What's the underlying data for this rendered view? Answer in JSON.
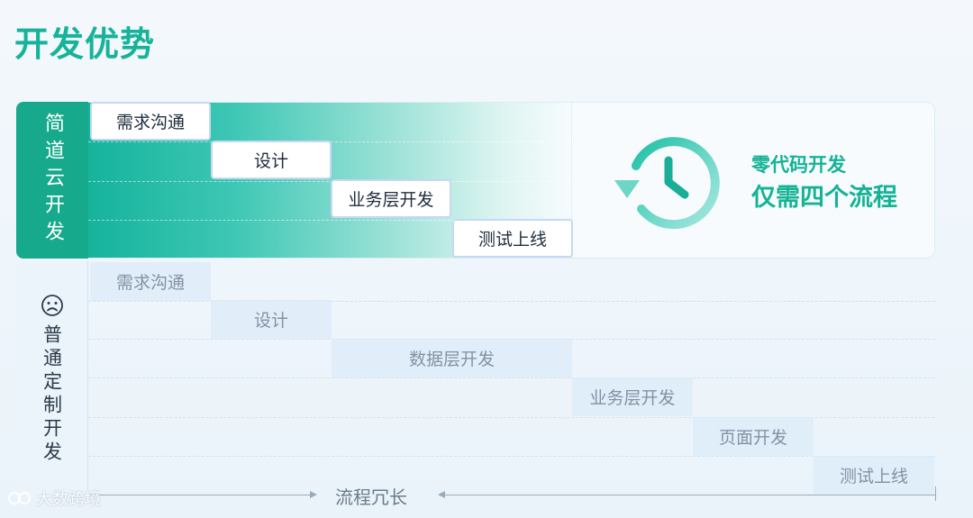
{
  "title": "开发优势",
  "jiandao": {
    "label": "简道云开发",
    "tasks": [
      "需求沟通",
      "设计",
      "业务层开发",
      "测试上线"
    ],
    "promo_line1": "零代码开发",
    "promo_line2": "仅需四个流程",
    "icon": "clock-history-icon"
  },
  "custom": {
    "label": "普通定制开发",
    "icon": "sad-face-icon",
    "tasks": [
      "需求沟通",
      "设计",
      "数据层开发",
      "业务层开发",
      "页面开发",
      "测试上线"
    ],
    "axis_label": "流程冗长"
  },
  "watermark": "大数跨境",
  "colors": {
    "brand": "#16b39a",
    "label_bg": "#17a98c",
    "task_border": "#c5d8f5"
  }
}
